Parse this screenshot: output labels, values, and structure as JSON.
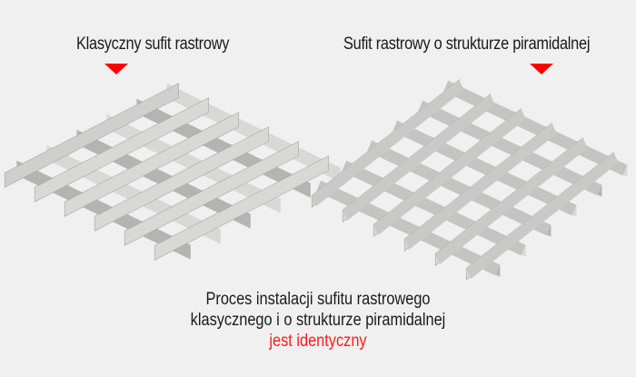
{
  "left_panel": {
    "title": "Klasyczny sufit rastrowy",
    "marker": "red-down-arrow",
    "grid": {
      "style": "classic",
      "rows": 5,
      "cols": 5
    }
  },
  "right_panel": {
    "title": "Sufit rastrowy o strukturze piramidalnej",
    "marker": "red-down-arrow",
    "grid": {
      "style": "pyramidal",
      "rows": 5,
      "cols": 5
    }
  },
  "caption": {
    "line1": "Proces instalacji sufitu rastrowego",
    "line2": "klasycznego i o strukturze piramidalnej",
    "line3": "jest identyczny"
  },
  "colors": {
    "background": "#f0f0f0",
    "accent": "#ff0000",
    "metal_light": "#d8d8d6",
    "metal_dark": "#b4b4b2"
  }
}
